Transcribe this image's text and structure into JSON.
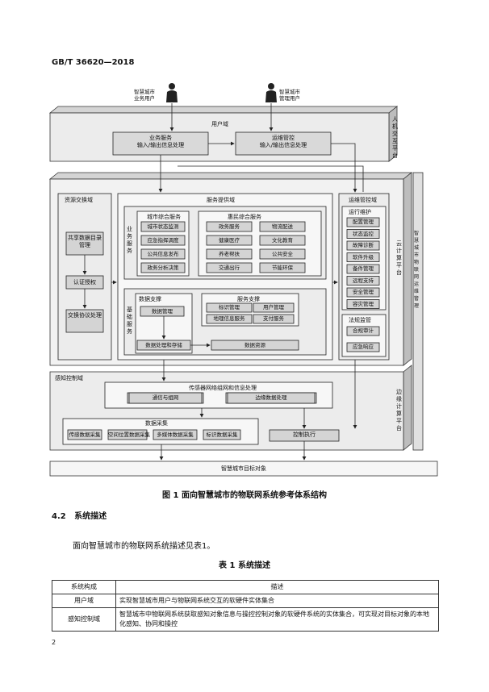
{
  "header": {
    "standard": "GB/T 36620—2018"
  },
  "diagram": {
    "users": {
      "city_user": [
        "智慧城市",
        "业务用户"
      ],
      "admin_user": [
        "智慧城市",
        "管理用户"
      ]
    },
    "user_domain": {
      "title": "用户域",
      "business_service": [
        "业务服务",
        "输入/输出信息处理"
      ],
      "ops_management": [
        "运维管控",
        "输入/输出信息处理"
      ]
    },
    "right_labels": {
      "hci": "人机交互平台",
      "cloud": "云计算平台",
      "edge": "边缘计算平台",
      "ops": "智慧城市物联网运维管理"
    },
    "resource_exchange": {
      "title": "资源交换域",
      "items": [
        "共享数据目录管理",
        "认证授权",
        "交换协议处理"
      ]
    },
    "service_provision": {
      "title": "服务提供域",
      "business_label": "业务服务",
      "city_service": {
        "title": "城市综合服务",
        "items": [
          "城市状态监测",
          "应急指挥调度",
          "公共信息发布",
          "政务分析决策"
        ]
      },
      "people_service": {
        "title": "惠民综合服务",
        "items": [
          "政务服务",
          "物流配送",
          "健康医疗",
          "文化教育",
          "养老帮扶",
          "公共安全",
          "交通出行",
          "节能环保"
        ]
      },
      "base_label": "基础服务",
      "data_support": {
        "title": "数据支撑",
        "items": [
          "数据管理",
          "数据处理和存储"
        ]
      },
      "service_support": {
        "title": "服务支撑",
        "items": [
          "标识管理",
          "用户管理",
          "地理信息服务",
          "支付服务"
        ]
      },
      "data_resource": "数据资源"
    },
    "ops_domain": {
      "title": "运维管控域",
      "maintenance": {
        "title": "运行维护",
        "items": [
          "配置管理",
          "状态监控",
          "故障诊断",
          "软件升级",
          "备件管理",
          "远程支持",
          "安全管理",
          "容灾管理"
        ]
      },
      "regulation": {
        "title": "法规监管",
        "items": [
          "合规审计",
          "应急响应"
        ]
      }
    },
    "sensing_domain": {
      "title": "感知控制域",
      "network": {
        "title": "传感器网络组网和信息处理",
        "items": [
          "通信与组网",
          "边缘数据处理"
        ]
      },
      "collection": {
        "title": "数据采集",
        "items": [
          "传感数据采集",
          "空间位置数据采集",
          "多媒体数据采集",
          "标识数据采集"
        ]
      },
      "control": "控制执行"
    },
    "target": "智慧城市目标对象"
  },
  "figure_caption": "图 1   面向智慧城市的物联网系统参考体系结构",
  "section": {
    "number": "4.2",
    "title": "系统描述"
  },
  "paragraph": "面向智慧城市的物联网系统描述见表1。",
  "table": {
    "caption": "表 1   系统描述",
    "headers": [
      "系统构成",
      "描述"
    ],
    "rows": [
      [
        "用户域",
        "实现智慧城市用户与物联网系统交互的软硬件实体集合"
      ],
      [
        "感知控制域",
        "智慧城市中物联网系统获取感知对象信息与操控控制对象的软硬件系统的实体集合，可实现对目标对象的本地化感知、协同和操控"
      ]
    ]
  },
  "page_number": "2"
}
